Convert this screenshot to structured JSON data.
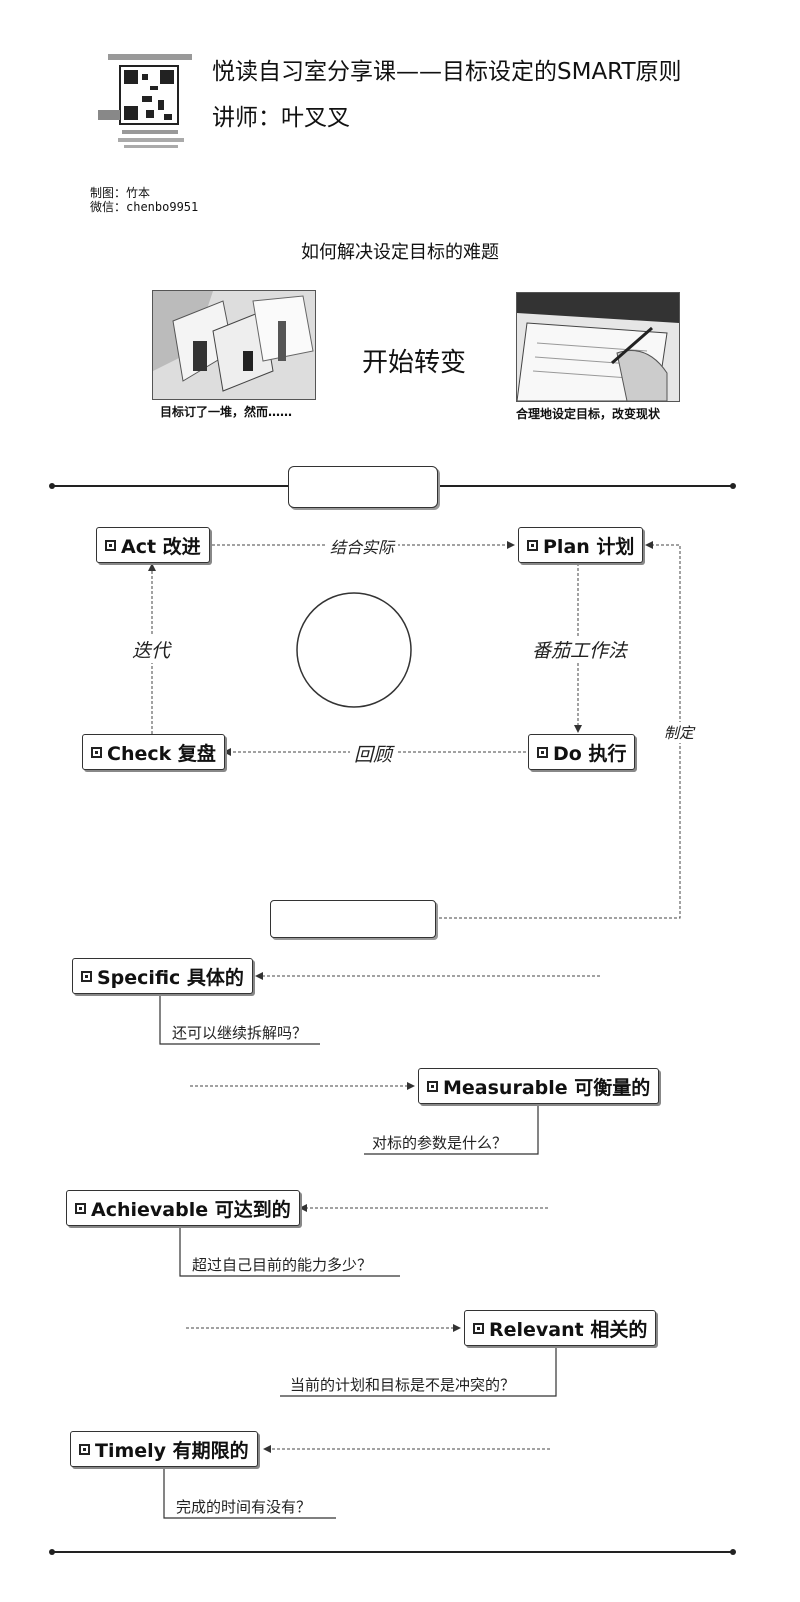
{
  "header": {
    "title": "悦读自习室分享课——目标设定的SMART原则",
    "speaker": "讲师：叶叉叉",
    "credit_line1": "制图：竹本",
    "credit_line2": "微信：chenbo9951"
  },
  "intro": {
    "question": "如何解决设定目标的难题",
    "transition": "开始转变",
    "left_caption": "目标订了一堆，然而……",
    "right_caption": "合理地设定目标，改变现状"
  },
  "pdca": {
    "act": "Act 改进",
    "plan": "Plan 计划",
    "do": "Do 执行",
    "check": "Check 复盘",
    "edge_act_plan": "结合实际",
    "edge_plan_do": "番茄工作法",
    "edge_do_check": "回顾",
    "edge_check_act": "迭代",
    "edge_make": "制定"
  },
  "smart": {
    "items": [
      {
        "label": "Specific 具体的",
        "question": "还可以继续拆解吗？"
      },
      {
        "label": "Measurable 可衡量的",
        "question": "对标的参数是什么？"
      },
      {
        "label": "Achievable 可达到的",
        "question": "超过自己目前的能力多少？"
      },
      {
        "label": "Relevant 相关的",
        "question": "当前的计划和目标是不是冲突的？"
      },
      {
        "label": "Timely 有期限的",
        "question": "完成的时间有没有？"
      }
    ]
  }
}
